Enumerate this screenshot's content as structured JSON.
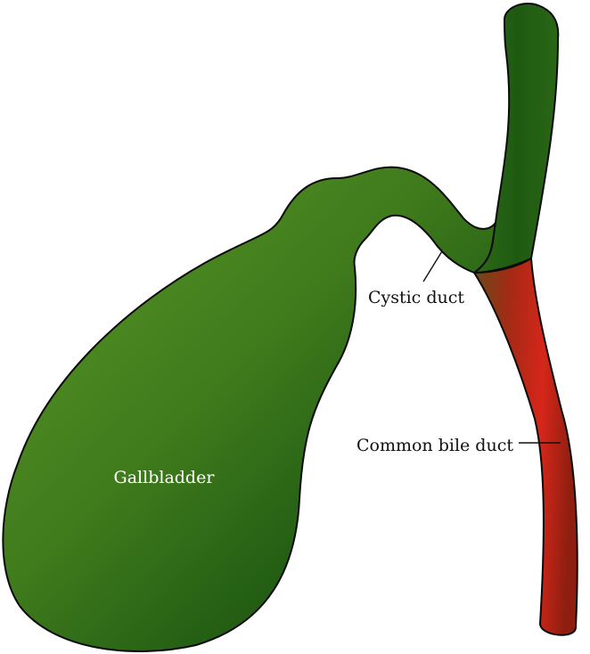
{
  "labels": {
    "gallbladder": "Gallbladder",
    "cystic_duct": "Cystic duct",
    "common_bile_duct": "Common bile duct"
  },
  "colors": {
    "green_light": "#4f8c22",
    "green_dark": "#235e14",
    "red_bright": "#d6261a",
    "red_dark": "#8e1f10",
    "olive_brown": "#6b4a1a"
  }
}
